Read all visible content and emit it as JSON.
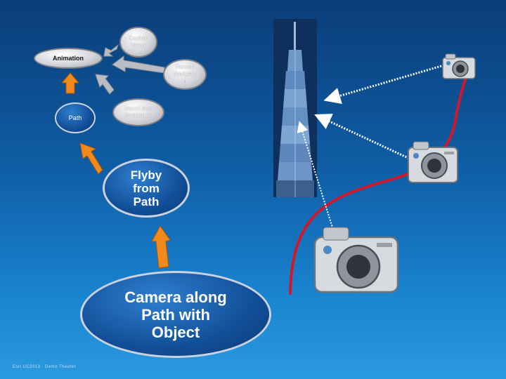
{
  "nodes": {
    "capture_views": "Capture\nViews",
    "animation": "Animation",
    "record_navigation": "Record\nNavigatio\nn",
    "path": "Path",
    "import_bookmarks": "Import from\nBookmarks",
    "flyby": "Flyby\nfrom\nPath",
    "camera_along_path": "Camera along\nPath with\nObject"
  },
  "footer": "Esri UC2013 . Demo Theater",
  "colors": {
    "orange_arrow": "#f08a1c",
    "gray_arrow": "#b9bcc2",
    "camera_path": "#d1182a",
    "sight_line": "#ffffff"
  },
  "icons": [
    "camera-icon",
    "building-icon",
    "arrow-icon"
  ]
}
